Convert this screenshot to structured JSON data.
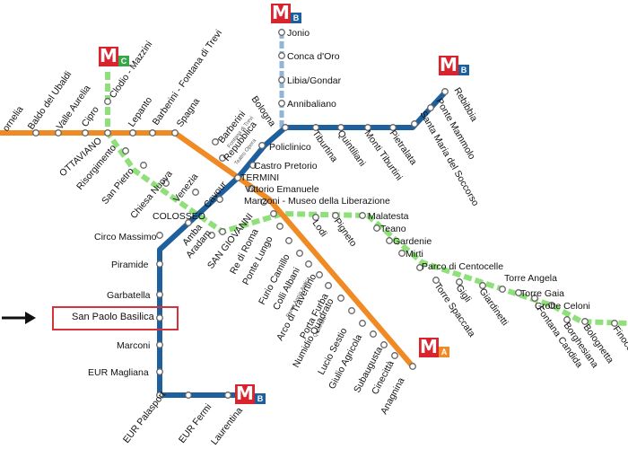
{
  "lines": {
    "A": {
      "color": "#f08a24"
    },
    "B": {
      "color": "#1e5f9e"
    },
    "C": {
      "color": "#8fe07a"
    }
  },
  "logos": [
    {
      "letter": "M",
      "line": "B",
      "badge_color": "#1e5f9e"
    },
    {
      "letter": "M",
      "line": "C",
      "badge_color": "#3aa64a"
    },
    {
      "letter": "M",
      "line": "B",
      "badge_color": "#1e5f9e"
    },
    {
      "letter": "M",
      "line": "A",
      "badge_color": "#f08a24"
    },
    {
      "letter": "M",
      "line": "B",
      "badge_color": "#1e5f9e"
    }
  ],
  "highlight": {
    "station": "San Paolo Basilica"
  },
  "stations": {
    "ornelia": "ornelia",
    "baldo": "Baldo del Ubaldi",
    "valle": "Valle Aurelia",
    "cipro": "Cipro",
    "clodio": "Clodio - Mazzini",
    "lepanto": "Lepanto",
    "barberini_trevi": "Barberini - Fontana di Trevi",
    "spagna": "Spagna",
    "ottaviano": "OTTAVIANO",
    "risorgimento": "Risorgimento",
    "sanpietro": "San Pietro",
    "chiesa": "Chiesa Nuova",
    "venezia": "Venezia",
    "barberini": "Barberini",
    "fontana": "Fontana di Trevi",
    "repubblica": "Repubblica",
    "teatro": "Teatro Opera",
    "castro": "Castro Pretorio",
    "termini": "TERMINI",
    "vittorio": "Vittorio Emanuele",
    "manzoni": "Manzoni - Museo della Liberazione",
    "colosseo": "COLOSSEO",
    "cavour": "Cavour",
    "amba": "Amba",
    "aradam": "Aradam",
    "sangiovanni": "SAN GIOVANNI",
    "circo": "Circo Massimo",
    "piramide": "Piramide",
    "garbatella": "Garbatella",
    "marconi": "Marconi",
    "eurmagliana": "EUR Magliana",
    "eurpalasport": "EUR Palasport",
    "eurfermi": "EUR Fermi",
    "laurentina": "Laurentina",
    "bologna": "Bologna",
    "jonio": "Jonio",
    "conca": "Conca d'Oro",
    "libia": "Libia/Gondar",
    "annibaliano": "Annibaliano",
    "policlinico": "Policlinico",
    "tiburtina": "Tiburtina",
    "quintiliani": "Quintiliani",
    "monti": "Monti Tiburtini",
    "pietralata": "Pietralata",
    "santamaria": "Santa Maria del Soccorso",
    "pontemammolo": "Ponte Mammolo",
    "rebibbia": "Rebibbia",
    "lodi": "Lodi",
    "pigneto": "Pigneto",
    "malatesta": "Malatesta",
    "teano": "Teano",
    "gardenie": "Gardenie",
    "mirti": "Mirti",
    "parco": "Parco di Centocelle",
    "torrespaccata": "Torre Spaccata",
    "gigli": "Gigli",
    "giardinetti": "Giardinetti",
    "torreangela": "Torre Angela",
    "torregaia": "Torre Gaia",
    "grotte": "Grotte Celoni",
    "fontanacandida": "Fontana Candida",
    "borghesiana": "Borghesiana",
    "bolognetta": "Bolognetta",
    "finocchio": "Finocc",
    "reroma": "Re di Roma",
    "pontelungo": "Ponte Lungo",
    "furio": "Furio Camillo",
    "colli": "Colli Albani",
    "parcoappia": "Parco Appia Antica",
    "arco": "Arco di Travertino",
    "portafurba": "Porta Furba",
    "quadraro": "Quadraro",
    "numidio": "Numidio Quadrato",
    "lucio": "Lucio Sestio",
    "giulio": "Giulio Agricola",
    "subaugusta": "Subaugusta",
    "cinecitta": "Cinecittà",
    "anagnina": "Anagnina"
  }
}
